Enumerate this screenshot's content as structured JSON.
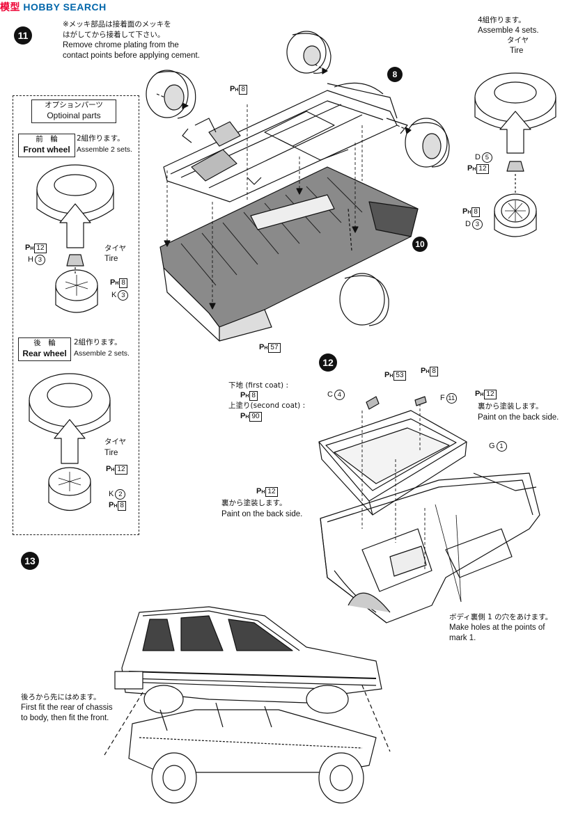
{
  "watermark": {
    "a": "模型",
    "b": "HOBBY SEARCH"
  },
  "step11": {
    "num": "11",
    "note_jp1": "※メッキ部品は接着面のメッキを",
    "note_jp2": "はがしてから接着して下さい。",
    "note_en1": "Remove chrome plating from the",
    "note_en2": "contact points before applying cement.",
    "ref8": "8",
    "ref10": "10",
    "ph8": "8",
    "ph57": "57"
  },
  "right_top": {
    "jp": "4組作ります。",
    "en": "Assemble 4 sets.",
    "tire_jp": "タイヤ",
    "tire_en": "Tire",
    "d5_letter": "D",
    "d5_num": "5",
    "ph12": "12",
    "ph8": "8",
    "d3_letter": "D",
    "d3_num": "3"
  },
  "optional": {
    "title_jp": "オプションパーツ",
    "title_en": "Optioinal parts",
    "front": {
      "jp": "前　輪",
      "en": "Front wheel",
      "sets_jp": "2組作ります。",
      "sets_en": "Assemble 2 sets.",
      "tire_jp": "タイヤ",
      "tire_en": "Tire",
      "ph12": "12",
      "h_letter": "H",
      "h_num": "3",
      "ph8": "8",
      "k_letter": "K",
      "k_num": "3"
    },
    "rear": {
      "jp": "後　輪",
      "en": "Rear wheel",
      "sets_jp": "2組作ります。",
      "sets_en": "Assemble 2 sets.",
      "tire_jp": "タイヤ",
      "tire_en": "Tire",
      "ph12": "12",
      "k_letter": "K",
      "k_num": "2",
      "ph8": "8"
    }
  },
  "step12": {
    "num": "12",
    "first_coat": "下地 (first coat) :",
    "first_ph": "8",
    "second_coat": "上塗り(second coat) :",
    "second_ph": "90",
    "c_letter": "C",
    "c_num": "4",
    "ph53": "53",
    "ph8": "8",
    "f_letter": "F",
    "f_num": "11",
    "ph12_right": "12",
    "back_jp": "裏から塗装します。",
    "back_en": "Paint on the back side.",
    "g_letter": "G",
    "g_num": "1",
    "ph12_left": "12",
    "back_jp2": "裏から塗装します。",
    "back_en2": "Paint on the back side.",
    "holes_jp": "ボディ裏側 1 の穴をあけます。",
    "holes_en1": "Make holes at the points of",
    "holes_en2": "mark 1."
  },
  "step13": {
    "num": "13",
    "jp": "後ろから先にはめます。",
    "en1": "First fit the rear of chassis",
    "en2": "to body, then fit the front."
  }
}
